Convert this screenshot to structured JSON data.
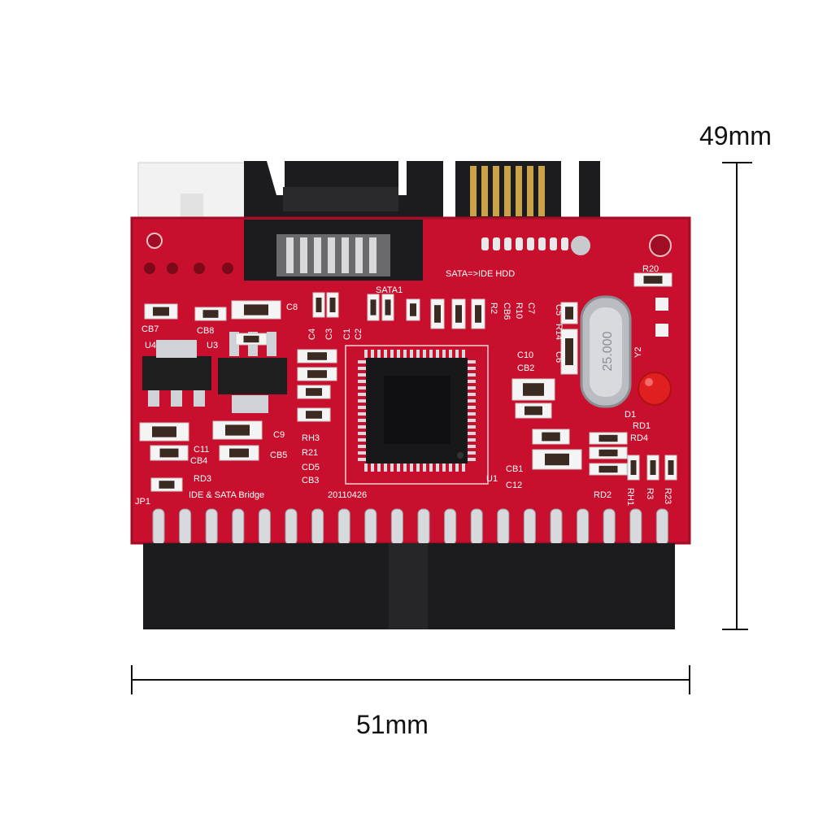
{
  "product": {
    "board_title": "IDE & SATA Bridge",
    "date_code": "20110426",
    "sata_label": "SATA=>IDE HDD",
    "connector_label": "SATA1",
    "crystal_text": "25.000",
    "chip_id": "U1",
    "regulator_u3": "U3",
    "regulator_u4": "U4",
    "jumper_label": "JP1",
    "crystal_id": "Y2",
    "led_id": "D1"
  },
  "component_labels": {
    "c8": "C8",
    "cb7": "CB7",
    "cb8": "CB8",
    "c4": "C4",
    "c3": "C3",
    "c1": "C1",
    "c2": "C2",
    "c7": "C7",
    "r10": "R10",
    "cb6": "CB6",
    "r2": "R2",
    "c5": "C5",
    "r14": "R14",
    "c6": "C6",
    "r20": "R20",
    "c10": "C10",
    "cb2": "CB2",
    "rd1": "RD1",
    "rd4": "RD4",
    "c9": "C9",
    "c11": "C11",
    "cb4": "CB4",
    "cb5": "CB5",
    "rh3": "RH3",
    "r21": "R21",
    "cd5": "CD5",
    "cb3": "CB3",
    "rd3": "RD3",
    "cb1": "CB1",
    "c12": "C12",
    "rd2": "RD2",
    "rh1": "RH1",
    "r3": "R3",
    "r23": "R23"
  },
  "dimensions": {
    "height_label": "49mm",
    "width_label": "51mm"
  },
  "colors": {
    "pcb": "#c8102e",
    "pcb_dark": "#a00d24",
    "connector_black": "#1c1c1e",
    "pin_silver": "#d7d9dc",
    "gold": "#c9a24a"
  }
}
